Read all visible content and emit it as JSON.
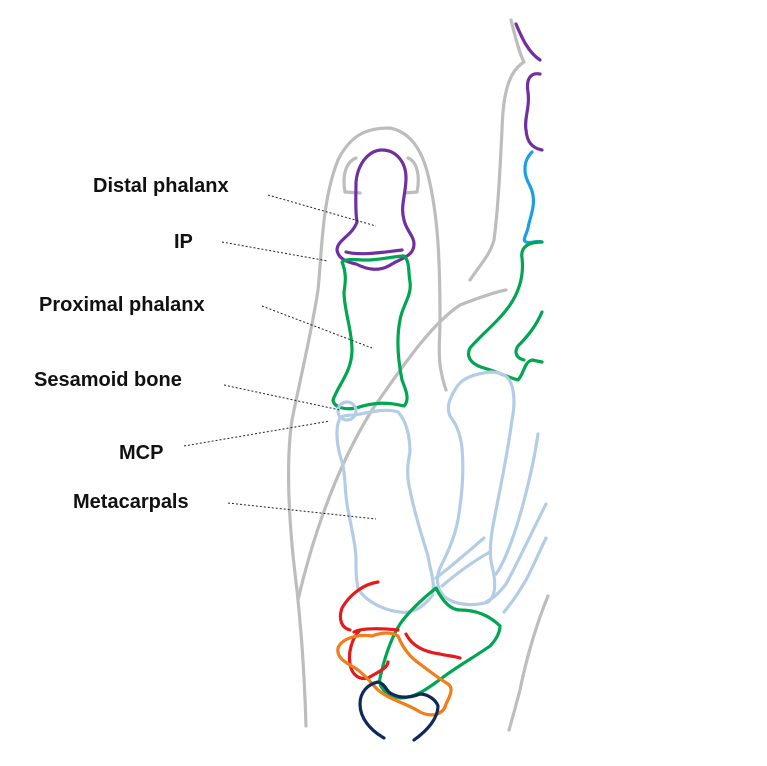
{
  "labels": {
    "distal_phalanx": "Distal phalanx",
    "ip": "IP",
    "proximal_phalanx": "Proximal phalanx",
    "sesamoid_bone": "Sesamoid bone",
    "mcp": "MCP",
    "metacarpals": "Metacarpals"
  },
  "colors": {
    "skin_outline": "#bdbdbd",
    "distal_phalanx": "#7030a0",
    "proximal_phalanx": "#00a651",
    "metacarpal": "#b4cde6",
    "middle_phalanx_neighbor": "#1ba1e2",
    "carpal_red": "#e41a1c",
    "carpal_orange": "#f07e1a",
    "carpal_navy": "#0f2a5a"
  }
}
